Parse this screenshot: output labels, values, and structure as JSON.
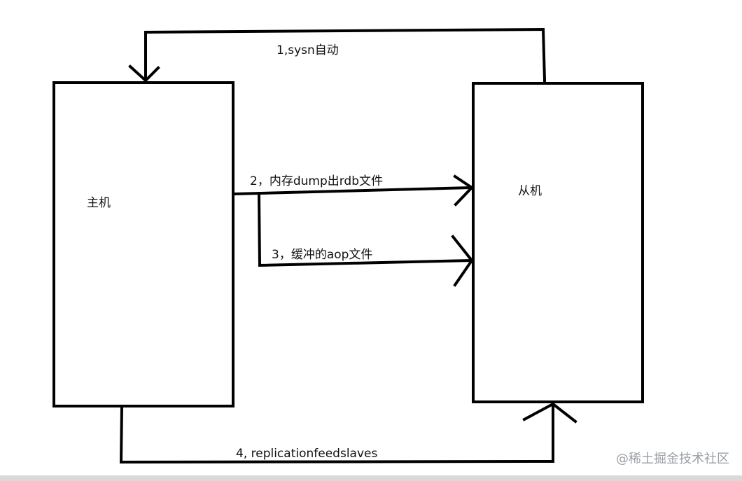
{
  "nodes": {
    "master": "主机",
    "slave": "从机"
  },
  "edges": {
    "sync": "1,sysn自动",
    "rdb": "2，内存dump出rdb文件",
    "aof": "3，缓冲的aop文件",
    "feed": "4, replicationfeedslaves"
  },
  "watermark": "@稀土掘金技术社区",
  "colors": {
    "stroke": "#000000",
    "background": "#ffffff",
    "watermark": "#9aa0a6"
  }
}
